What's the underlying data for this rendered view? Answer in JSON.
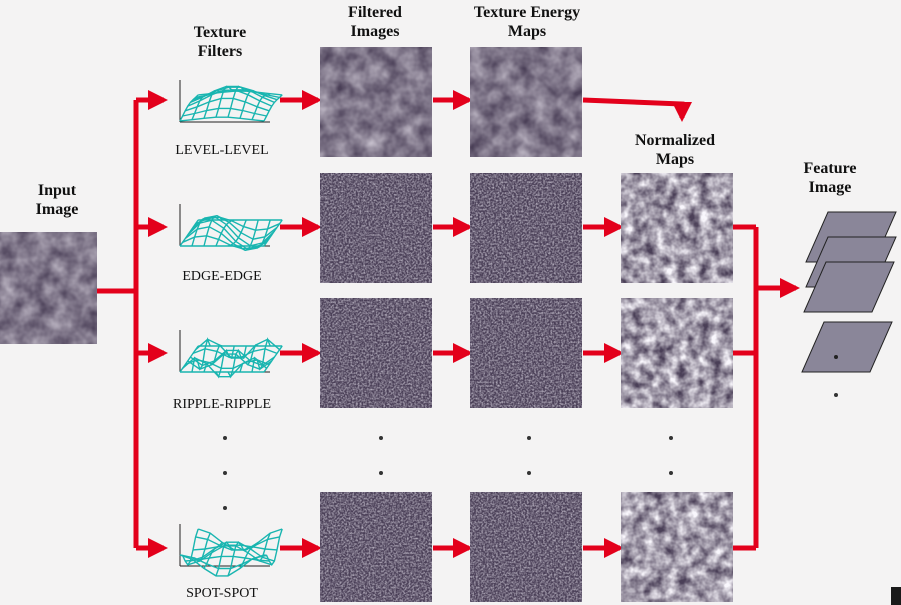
{
  "columns": {
    "input": "Input\nImage",
    "filters": "Texture\nFilters",
    "filtered": "Filtered\nImages",
    "energy": "Texture Energy\nMaps",
    "normalized": "Normalized\nMaps",
    "feature": "Feature\nImage"
  },
  "filters": [
    "LEVEL-LEVEL",
    "EDGE-EDGE",
    "RIPPLE-RIPPLE",
    "SPOT-SPOT"
  ],
  "colors": {
    "arrow": "#e3001b",
    "mesh": "#19b5b0",
    "image": "#4a3f57",
    "plane": "#8a8699"
  }
}
